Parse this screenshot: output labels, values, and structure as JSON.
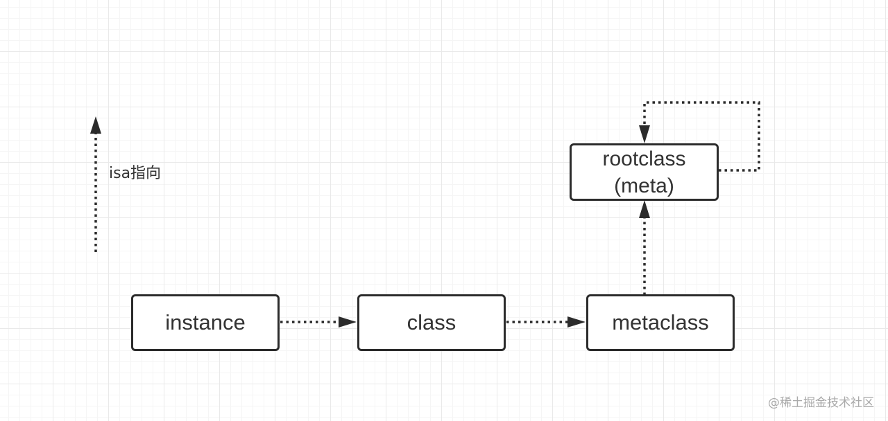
{
  "legend": {
    "isa_label": "isa指向"
  },
  "nodes": {
    "instance": "instance",
    "class": "class",
    "metaclass": "metaclass",
    "rootclass_line1": "rootclass",
    "rootclass_line2": "(meta)"
  },
  "watermark": "@稀土掘金技术社区",
  "colors": {
    "stroke": "#2b2b2b",
    "text": "#333333",
    "grid": "#e9e9e9",
    "watermark": "#a9a9a9"
  },
  "edges": [
    {
      "from": "instance",
      "to": "class",
      "style": "dotted"
    },
    {
      "from": "class",
      "to": "metaclass",
      "style": "dotted"
    },
    {
      "from": "metaclass",
      "to": "rootclass (meta)",
      "style": "dotted"
    },
    {
      "from": "rootclass (meta)",
      "to": "rootclass (meta)",
      "style": "dotted",
      "kind": "self-loop"
    }
  ]
}
